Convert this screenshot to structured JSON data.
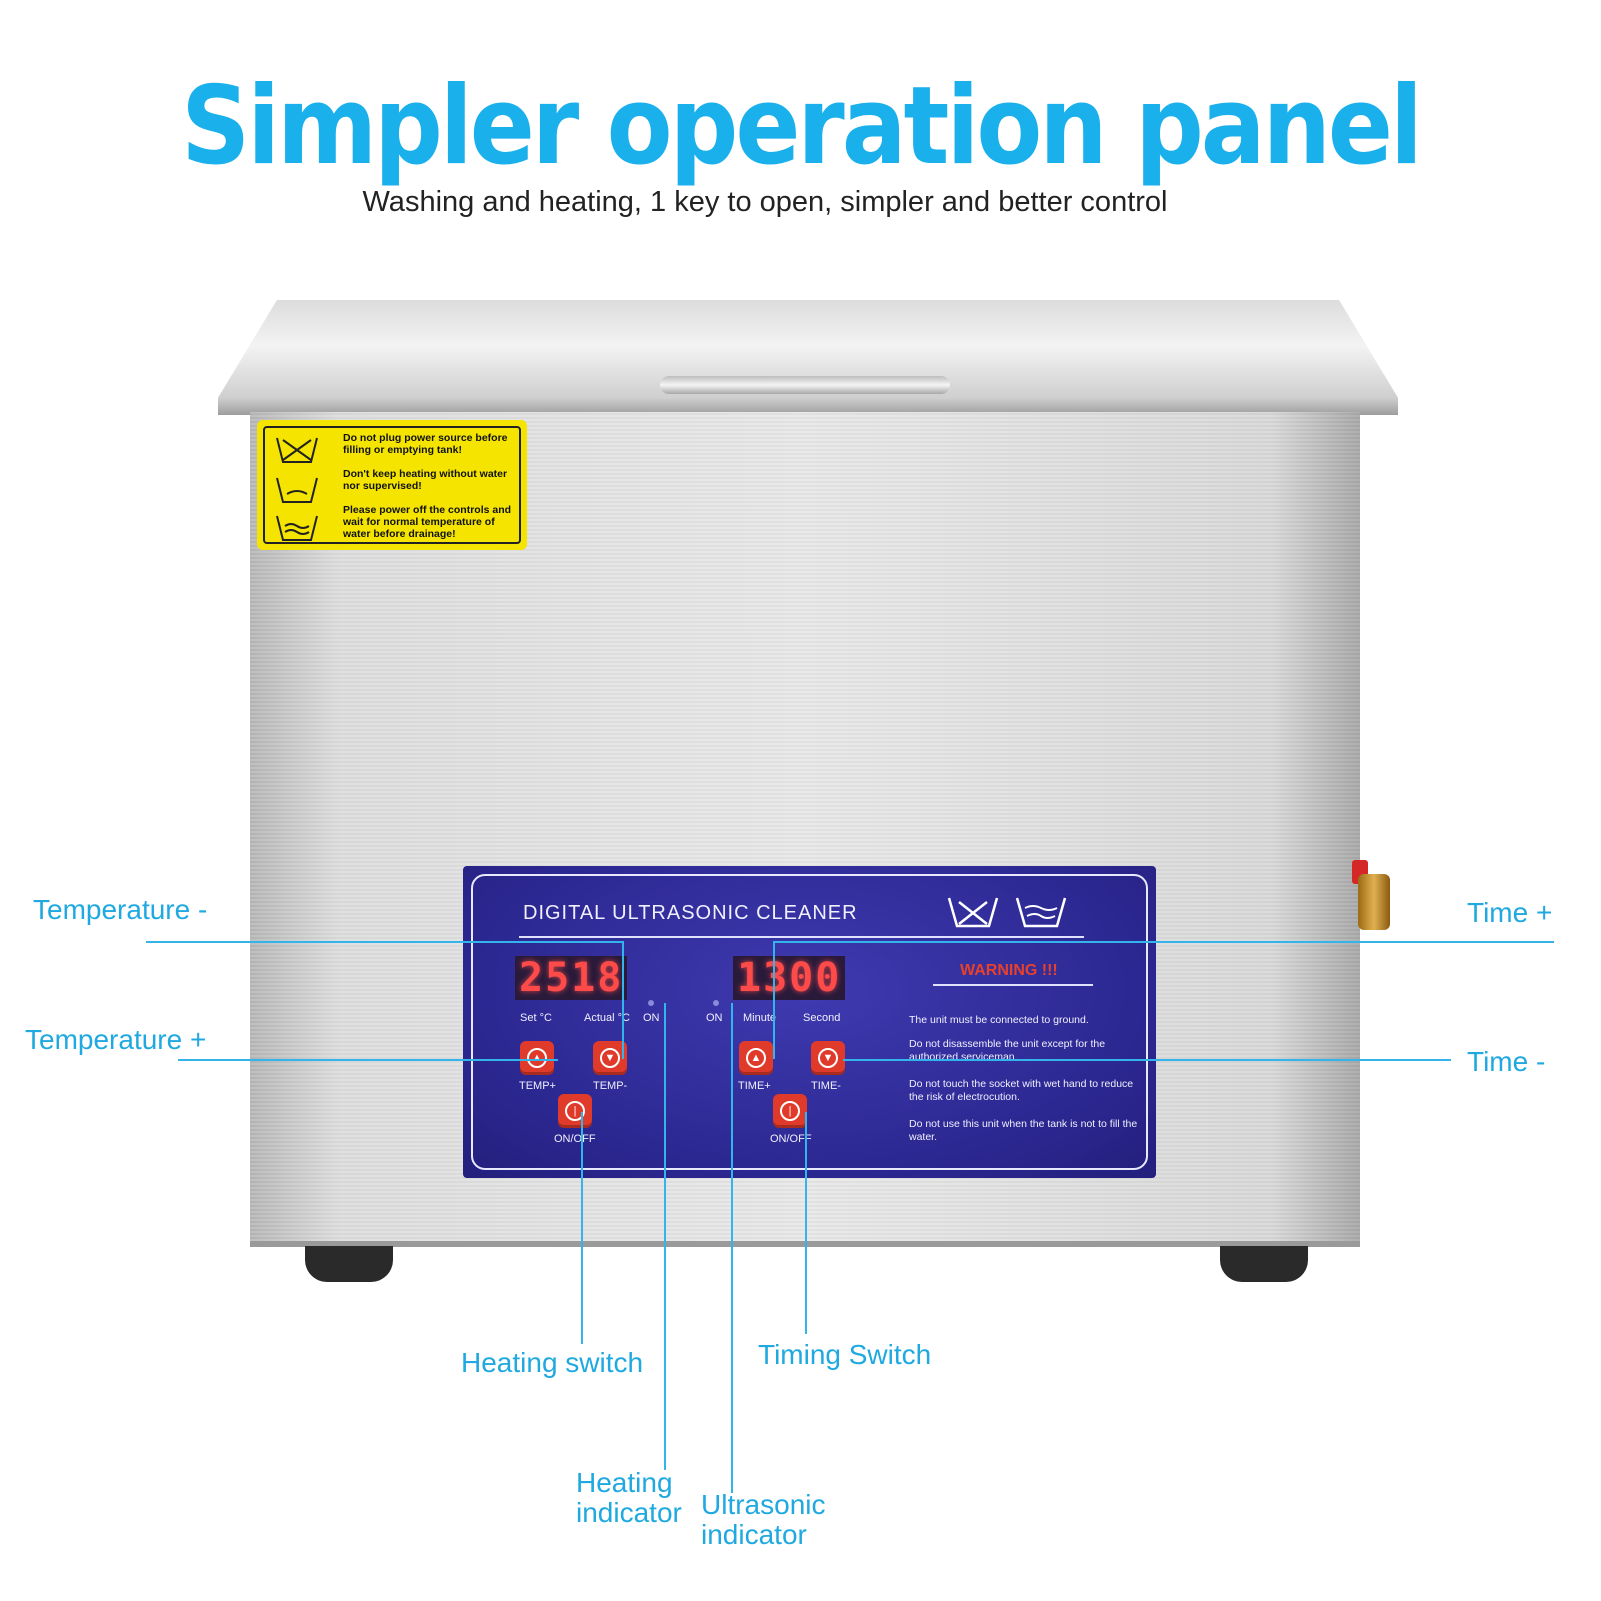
{
  "heading": {
    "title": "Simpler operation panel",
    "subtitle": "Washing and heating, 1 key to open, simpler and better control"
  },
  "sticker": {
    "line1": "Do not plug power source before filling or emptying tank!",
    "line2": "Don't keep heating without water nor supervised!",
    "line3": "Please power off the controls and wait for normal temperature of water before drainage!"
  },
  "panel": {
    "title": "DIGITAL ULTRASONIC CLEANER",
    "temp_display": "2518",
    "time_display": "1300",
    "set_label": "Set  °C",
    "actual_label": "Actual °C",
    "on_label_left": "ON",
    "on_label_right": "ON",
    "minute_label": "Minute",
    "second_label": "Second",
    "temp_plus_label": "TEMP+",
    "temp_minus_label": "TEMP-",
    "time_plus_label": "TIME+",
    "time_minus_label": "TIME-",
    "heat_onoff_label": "ON/OFF",
    "timer_onoff_label": "ON/OFF",
    "warning_title": "WARNING !!!",
    "warning_1": "The unit must be connected to ground.",
    "warning_2": "Do not disassemble the unit except  for the authorized serviceman.",
    "warning_3": "Do not touch the socket with wet hand to reduce the risk of electrocution.",
    "warning_4": "Do not use this unit when the tank is not to fill the water."
  },
  "callouts": {
    "temperature_minus": "Temperature -",
    "temperature_plus": "Temperature +",
    "time_plus": "Time +",
    "time_minus": "Time -",
    "heating_switch": "Heating switch",
    "timing_switch": "Timing Switch",
    "heating_indicator": "Heating indicator",
    "ultrasonic_indicator": "Ultrasonic indicator"
  },
  "colors": {
    "accent": "#1ab0ec",
    "panel_blue": "#2b2790",
    "display_red": "#ff4a4a",
    "button_red": "#e03a2a",
    "sticker_yellow": "#f4e400"
  }
}
